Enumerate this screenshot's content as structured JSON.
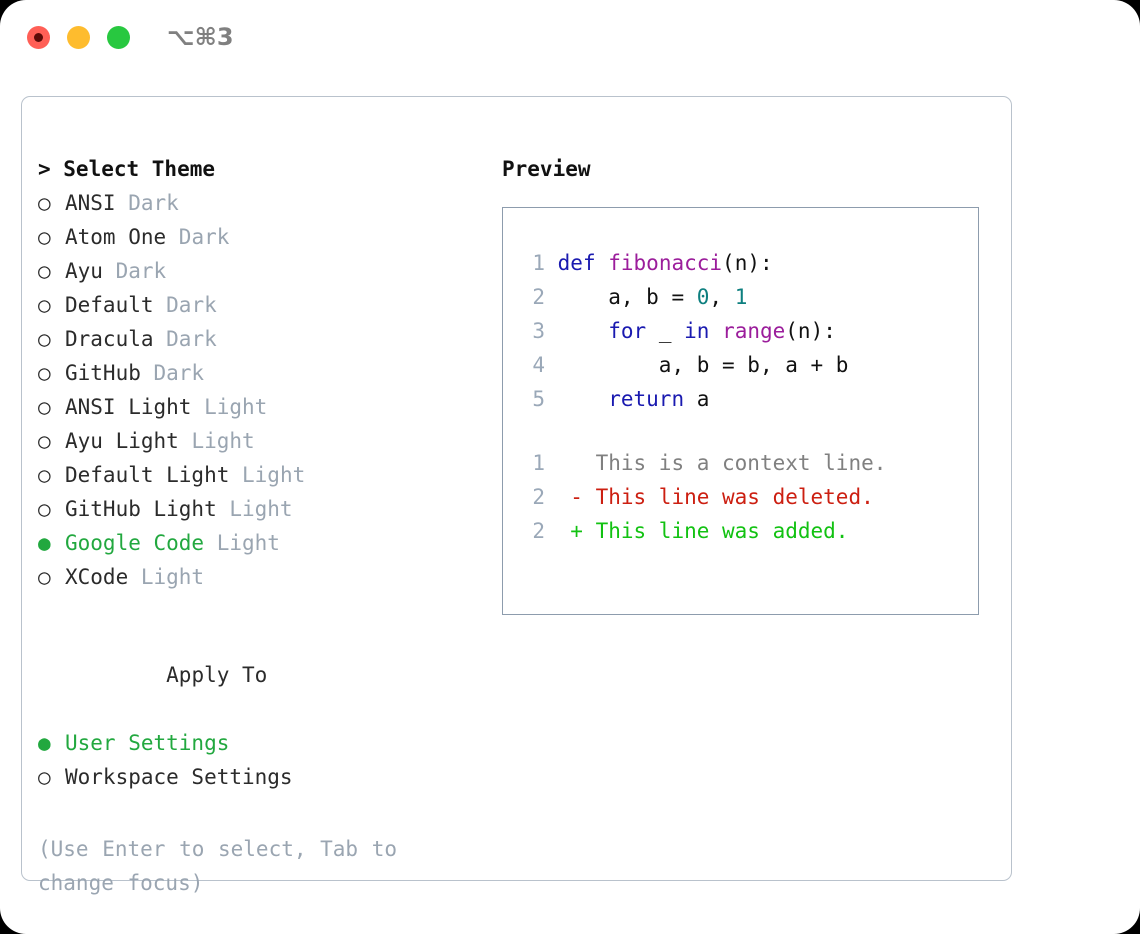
{
  "window": {
    "shortcut": "⌥⌘3",
    "traffic_lights": [
      {
        "name": "close",
        "color": "#ff5f56"
      },
      {
        "name": "minimize",
        "color": "#febc2e"
      },
      {
        "name": "maximize",
        "color": "#28c840"
      }
    ]
  },
  "theme_picker": {
    "title": "> Select Theme",
    "marker_unselected": "○",
    "marker_selected": "●",
    "options": [
      {
        "name": "ANSI",
        "tag": "Dark",
        "selected": false
      },
      {
        "name": "Atom One",
        "tag": "Dark",
        "selected": false
      },
      {
        "name": "Ayu",
        "tag": "Dark",
        "selected": false
      },
      {
        "name": "Default",
        "tag": "Dark",
        "selected": false
      },
      {
        "name": "Dracula",
        "tag": "Dark",
        "selected": false
      },
      {
        "name": "GitHub",
        "tag": "Dark",
        "selected": false
      },
      {
        "name": "ANSI Light",
        "tag": "Light",
        "selected": false
      },
      {
        "name": "Ayu Light",
        "tag": "Light",
        "selected": false
      },
      {
        "name": "Default Light",
        "tag": "Light",
        "selected": false
      },
      {
        "name": "GitHub Light",
        "tag": "Light",
        "selected": false
      },
      {
        "name": "Google Code",
        "tag": "Light",
        "selected": true
      },
      {
        "name": "XCode",
        "tag": "Light",
        "selected": false
      }
    ]
  },
  "apply_to": {
    "heading": "Apply To",
    "options": [
      {
        "name": "User Settings",
        "selected": true
      },
      {
        "name": "Workspace Settings",
        "selected": false
      }
    ]
  },
  "hint": "(Use Enter to select, Tab to change focus)",
  "preview": {
    "heading": "Preview",
    "code_lines": [
      {
        "lno": "1",
        "tokens": [
          {
            "t": "def",
            "c": "kw"
          },
          {
            "t": " ",
            "c": "pl"
          },
          {
            "t": "fibonacci",
            "c": "fn"
          },
          {
            "t": "(n):",
            "c": "pl"
          }
        ]
      },
      {
        "lno": "2",
        "tokens": [
          {
            "t": "    a, b = ",
            "c": "pl"
          },
          {
            "t": "0",
            "c": "num"
          },
          {
            "t": ", ",
            "c": "pl"
          },
          {
            "t": "1",
            "c": "num"
          }
        ]
      },
      {
        "lno": "3",
        "tokens": [
          {
            "t": "    ",
            "c": "pl"
          },
          {
            "t": "for",
            "c": "kw"
          },
          {
            "t": " _ ",
            "c": "pl"
          },
          {
            "t": "in",
            "c": "kw"
          },
          {
            "t": " ",
            "c": "pl"
          },
          {
            "t": "range",
            "c": "fn"
          },
          {
            "t": "(n):",
            "c": "pl"
          }
        ]
      },
      {
        "lno": "4",
        "tokens": [
          {
            "t": "        a, b = b, a + b",
            "c": "pl"
          }
        ]
      },
      {
        "lno": "5",
        "tokens": [
          {
            "t": "    ",
            "c": "pl"
          },
          {
            "t": "return",
            "c": "kw"
          },
          {
            "t": " a",
            "c": "pl"
          }
        ]
      }
    ],
    "diff_lines": [
      {
        "lno": "1",
        "text": "  This is a context line.",
        "kind": "ctx"
      },
      {
        "lno": "2",
        "text": "- This line was deleted.",
        "kind": "del"
      },
      {
        "lno": "2",
        "text": "+ This line was added.",
        "kind": "add"
      }
    ]
  },
  "colors": {
    "accent_green": "#22a83f",
    "muted": "#9aa5b1",
    "keyword": "#1a1ab0",
    "function": "#9b1d9b",
    "number": "#0d7f7f",
    "diff_deleted": "#cc1f11",
    "diff_added": "#12c212",
    "panel_border": "#8d9cad",
    "card_border": "#b9c2cc"
  }
}
